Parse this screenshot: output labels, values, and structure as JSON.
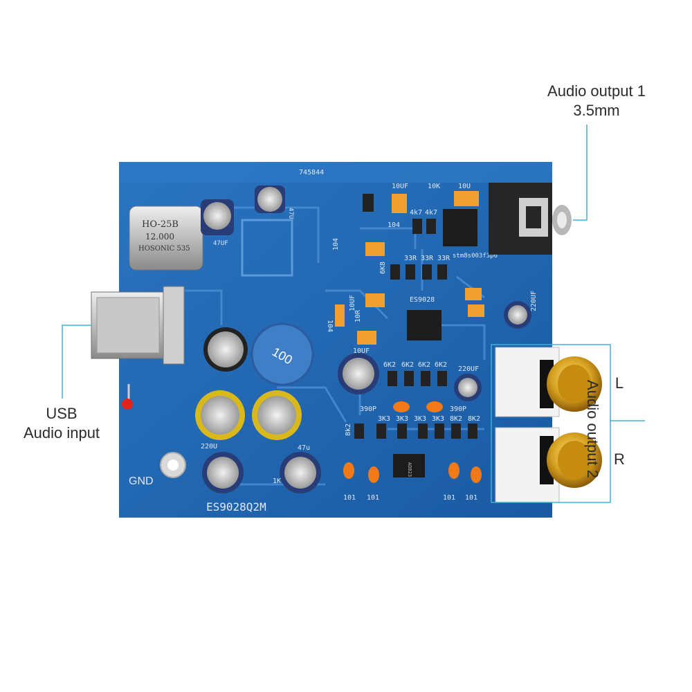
{
  "callouts": {
    "audio_output_1_line1": "Audio output 1",
    "audio_output_1_line2": "3.5mm",
    "usb_line1": "USB",
    "usb_line2": "Audio input",
    "audio_output_2": "Audio output 2",
    "left_label": "L",
    "right_label": "R"
  },
  "board": {
    "serial": "745844",
    "model": "ES9028Q2M",
    "gnd": "GND",
    "dac_chip": "ES9028",
    "mcu": "stm8s003f3p6",
    "inductor": "100",
    "oscillator": {
      "line1": "HO-25B",
      "line2": "12.000",
      "line3": "HOSONIC 535"
    }
  },
  "silkscreen": {
    "cap_47uf": "47UF",
    "cap_47u_side": "47U",
    "cap_10uf_top": "10UF",
    "res_10k": "10K",
    "cap_10u": "10U",
    "res_4k7": "4k7",
    "res_4k7b": "4k7",
    "c104_a": "104",
    "c104_b": "104",
    "c104_c": "104",
    "r33_a": "33R",
    "r33_b": "33R",
    "r33_c": "33R",
    "r6k8": "6K8",
    "cap_10uf_mid": "10UF",
    "r10r": "10R",
    "cap_10uf_low": "10UF",
    "cap_220uf_right": "220UF",
    "cap_220uf_mid": "220UF",
    "r6k2_1": "6K2",
    "r6k2_2": "6K2",
    "r6k2_3": "6K2",
    "r6k2_4": "6K2",
    "c390p_1": "390P",
    "c390p_2": "390P",
    "r3k3_1": "3K3",
    "r3k3_2": "3K3",
    "r3k3_3": "3K3",
    "r3k3_4": "3K3",
    "r8k2_1": "8K2",
    "r8k2_2": "8K2",
    "r8k2_3": "8k2",
    "c101_1": "101",
    "c101_2": "101",
    "c101_3": "101",
    "c101_4": "101",
    "cap_220u_left": "220U",
    "cap_47u_bottom": "47u",
    "r1k": "1K",
    "opamp": "AD823"
  },
  "colors": {
    "pcb_blue": "#1f66b3",
    "callout_line": "#3fb2d6",
    "gold": "#c9961e"
  }
}
